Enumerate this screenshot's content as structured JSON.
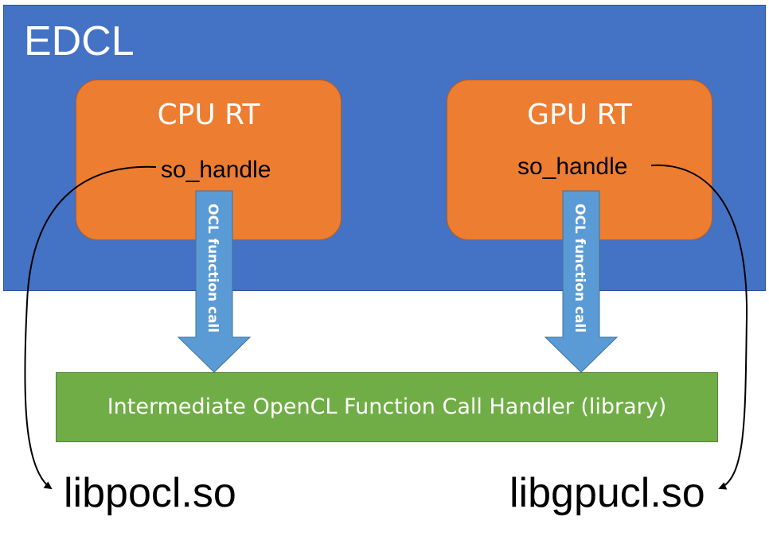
{
  "edcl": {
    "title": "EDCL"
  },
  "cpu_rt": {
    "title": "CPU RT",
    "handle": "so_handle"
  },
  "gpu_rt": {
    "title": "GPU RT",
    "handle": "so_handle"
  },
  "arrows": {
    "cpu_label": "OCL function call",
    "gpu_label": "OCL function call"
  },
  "handler": {
    "label": "Intermediate OpenCL Function Call Handler (library)"
  },
  "libs": {
    "left": "libpocl.so",
    "right": "libgpucl.so"
  },
  "colors": {
    "edcl": "#4472C4",
    "rt": "#ED7D31",
    "handler": "#70AD47",
    "arrow": "#5B9BD5",
    "text_light": "#FFFFFF",
    "text_dark": "#000000"
  }
}
